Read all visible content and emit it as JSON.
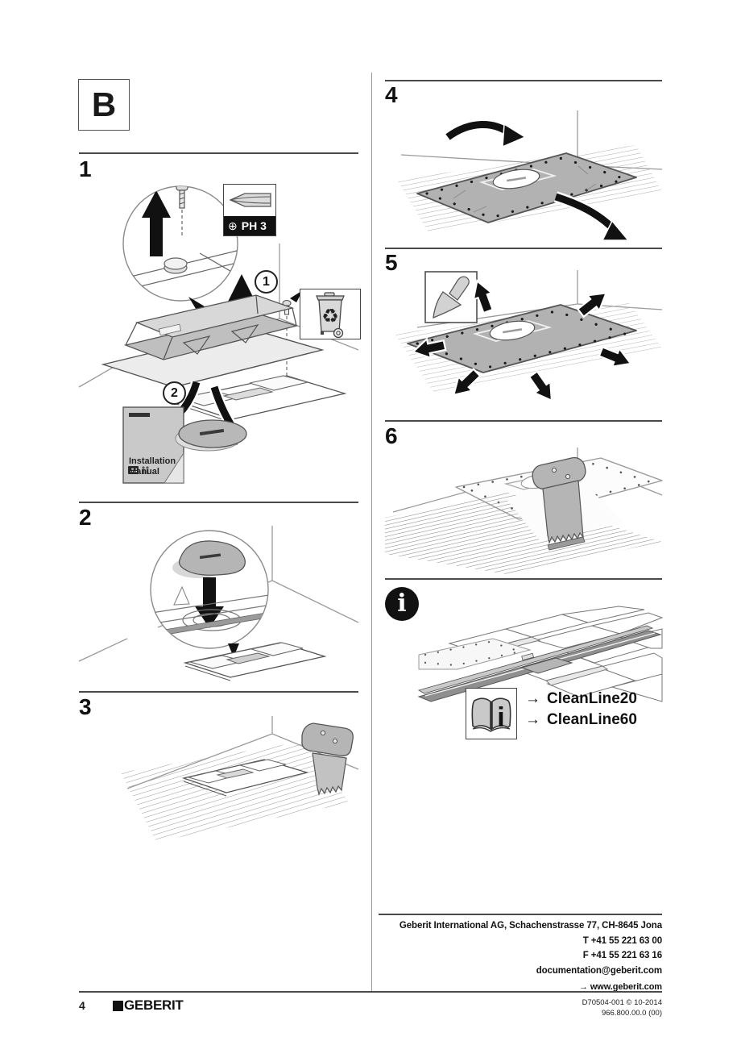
{
  "page": {
    "section_label": "B",
    "page_number": "4",
    "brand": "GEBERIT",
    "doc_ref_line1": "D70504-001 © 10-2014",
    "doc_ref_line2": "966.800.00.0 (00)"
  },
  "icons": {
    "phillips": "⊕",
    "recycle": "♻",
    "info": "i",
    "book_info": "i",
    "arrow_right": "→"
  },
  "steps": {
    "s1": {
      "label": "1",
      "tool": "PH 3",
      "callout_lift": "1",
      "callout_dispose": "2",
      "manual_title": "Installation Manual"
    },
    "s2": {
      "label": "2"
    },
    "s3": {
      "label": "3"
    },
    "s4": {
      "label": "4"
    },
    "s5": {
      "label": "5"
    },
    "s6": {
      "label": "6"
    }
  },
  "info_section": {
    "references": [
      {
        "label": "CleanLine20"
      },
      {
        "label": "CleanLine60"
      }
    ]
  },
  "contact": {
    "address": "Geberit International AG, Schachenstrasse 77, CH-8645 Jona",
    "phone": "T +41 55 221 63 00",
    "fax": "F +41 55 221 63 16",
    "email": "documentation@geberit.com",
    "website": "www.geberit.com"
  }
}
